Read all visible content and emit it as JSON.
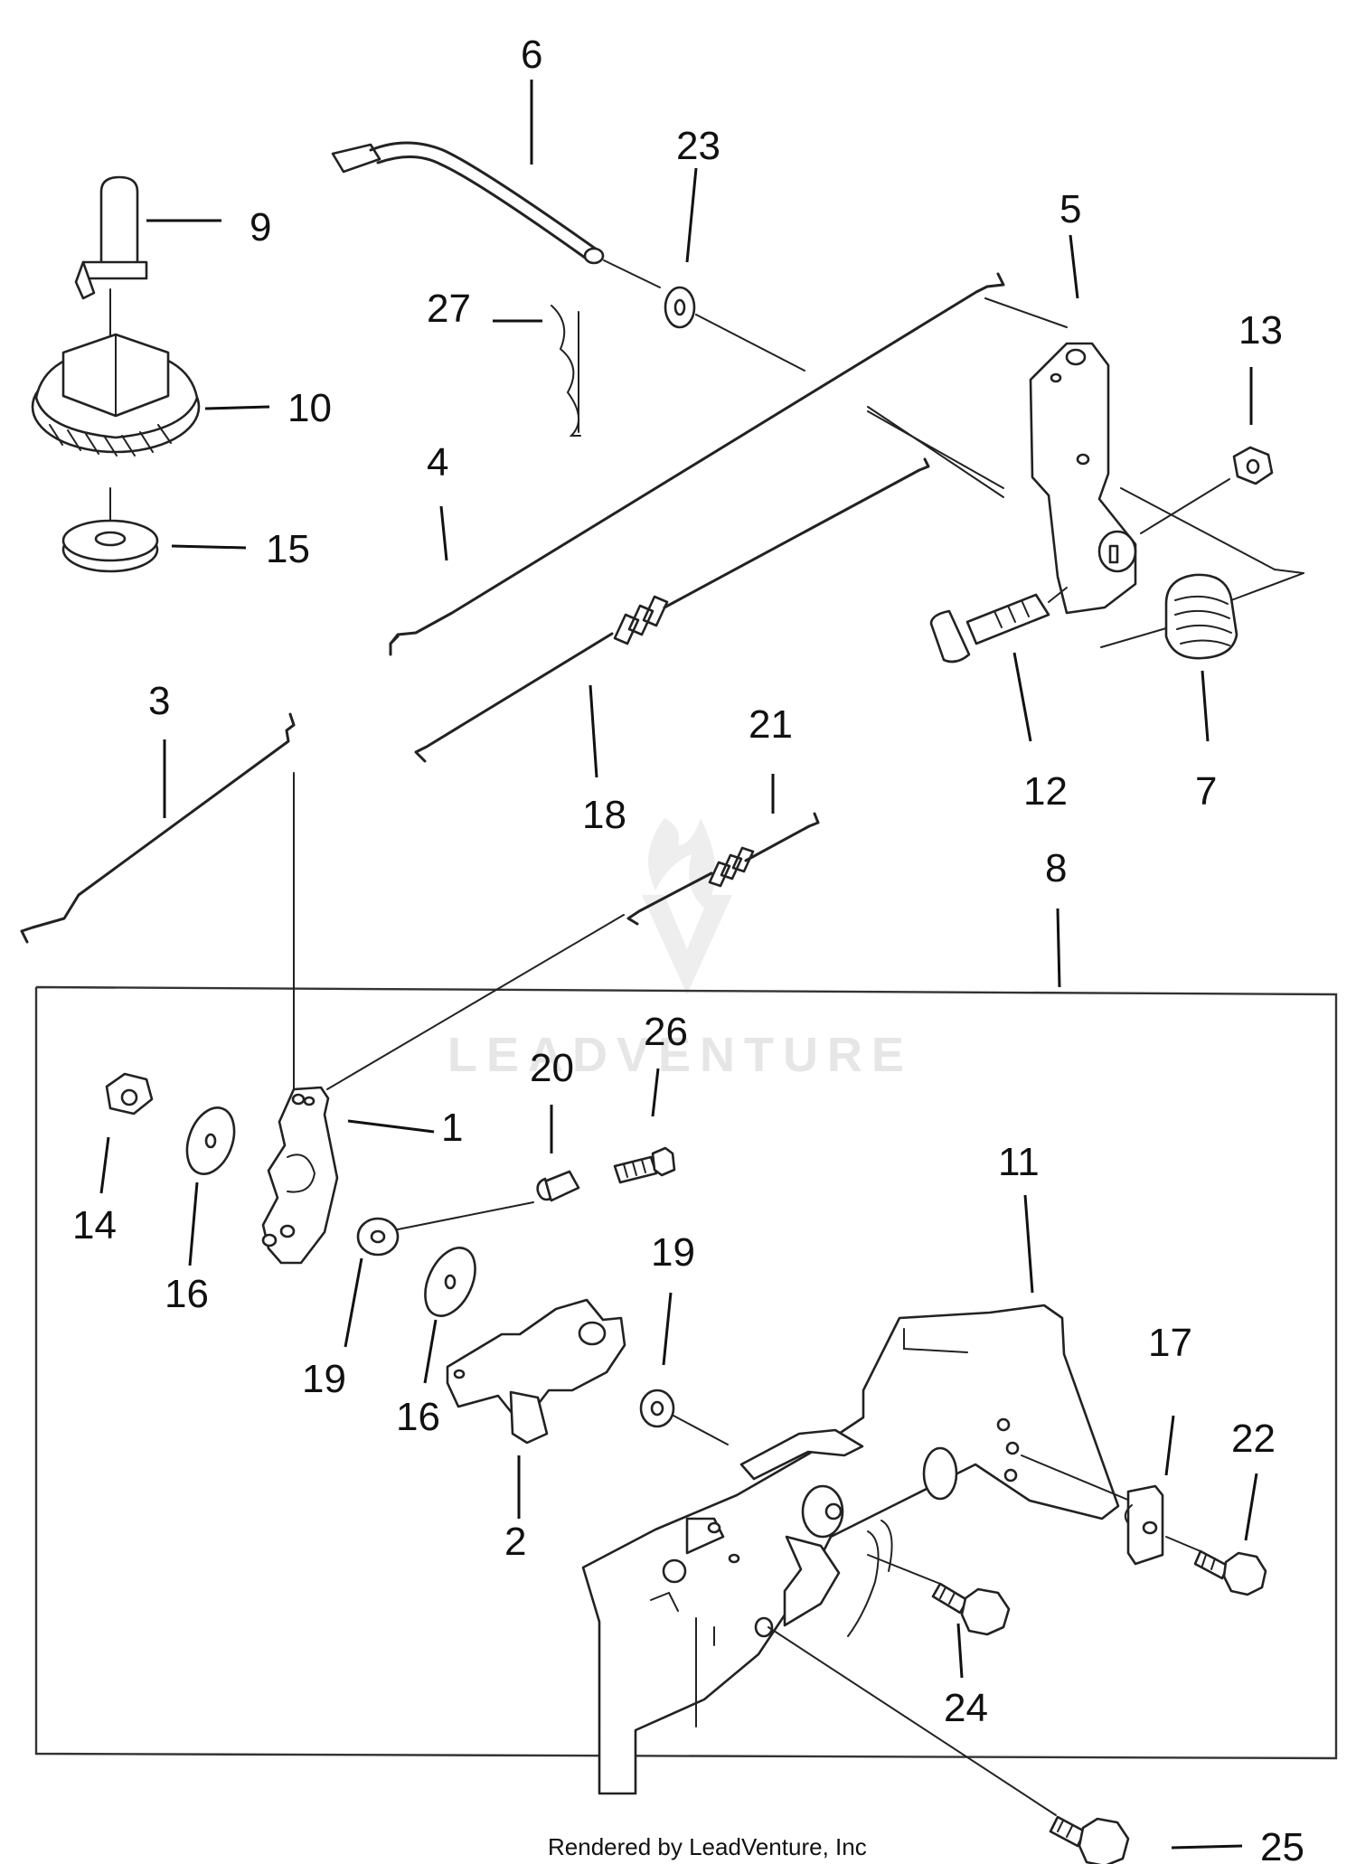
{
  "callouts": {
    "c1": "1",
    "c2": "2",
    "c3": "3",
    "c4": "4",
    "c5": "5",
    "c6": "6",
    "c7": "7",
    "c8": "8",
    "c9": "9",
    "c10": "10",
    "c11": "11",
    "c12": "12",
    "c13": "13",
    "c14": "14",
    "c15": "15",
    "c16a": "16",
    "c16b": "16",
    "c17": "17",
    "c18": "18",
    "c19a": "19",
    "c19b": "19",
    "c20": "20",
    "c21": "21",
    "c22": "22",
    "c23": "23",
    "c24": "24",
    "c25": "25",
    "c26": "26",
    "c27": "27"
  },
  "watermark": "LEADVENTURE",
  "footer": "Rendered by LeadVenture, Inc"
}
